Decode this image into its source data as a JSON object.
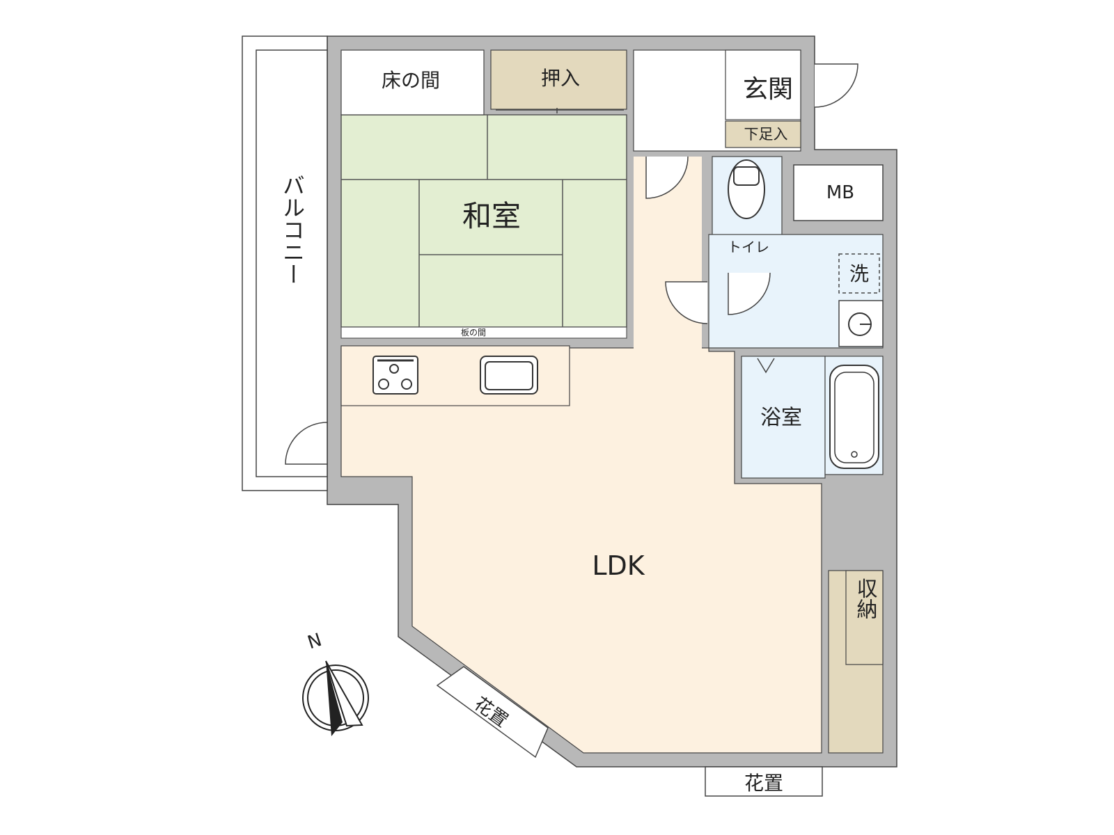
{
  "rooms": {
    "washitsu": "和室",
    "toko": "床の間",
    "oshiire": "押入",
    "genkan": "玄関",
    "geta": "下足入",
    "mb": "MB",
    "toilet": "トイレ",
    "sentaku": "洗",
    "yokushitsu": "浴室",
    "itanoma": "板の間",
    "ldk": "LDK",
    "shuno": "収納",
    "balcony": "バルコニー",
    "hanaoki_diag": "花置",
    "hanaoki_bottom": "花置"
  },
  "compass": {
    "north": "N"
  },
  "colors": {
    "wall": "#b8b8b8",
    "ldk_floor": "#fdf1e0",
    "tatami": "#e3eed2",
    "tatami_line": "#555555",
    "closet": "#e3d9bd",
    "wet_area": "#e8f3fb",
    "outline": "#444444"
  }
}
